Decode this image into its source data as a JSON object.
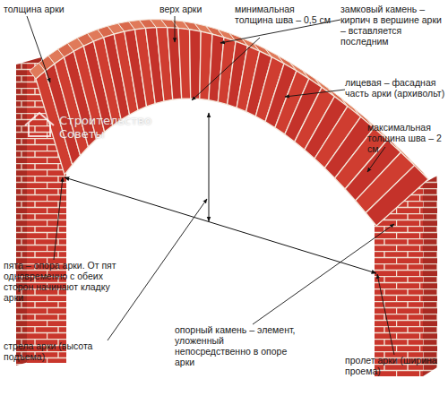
{
  "diagram": {
    "labels": [
      "толщина арки",
      "верх арки",
      "минимальная толщина шва – 0,5 см",
      "замковый камень – кирпич в вершине арки – вставляется последним",
      "лицевая – фасадная часть арки (архивольт)",
      "максимальная толщина шва – 2 см",
      "пята – опора арки. От пят одновременно с обеих сторон начинают кладку арки",
      "стрела арки (высота подъема)",
      "опорный камень – элемент, уложенный непосредственно в опоре арки",
      "пролет арки (ширина проема)",
      "Строительство Советы"
    ]
  }
}
